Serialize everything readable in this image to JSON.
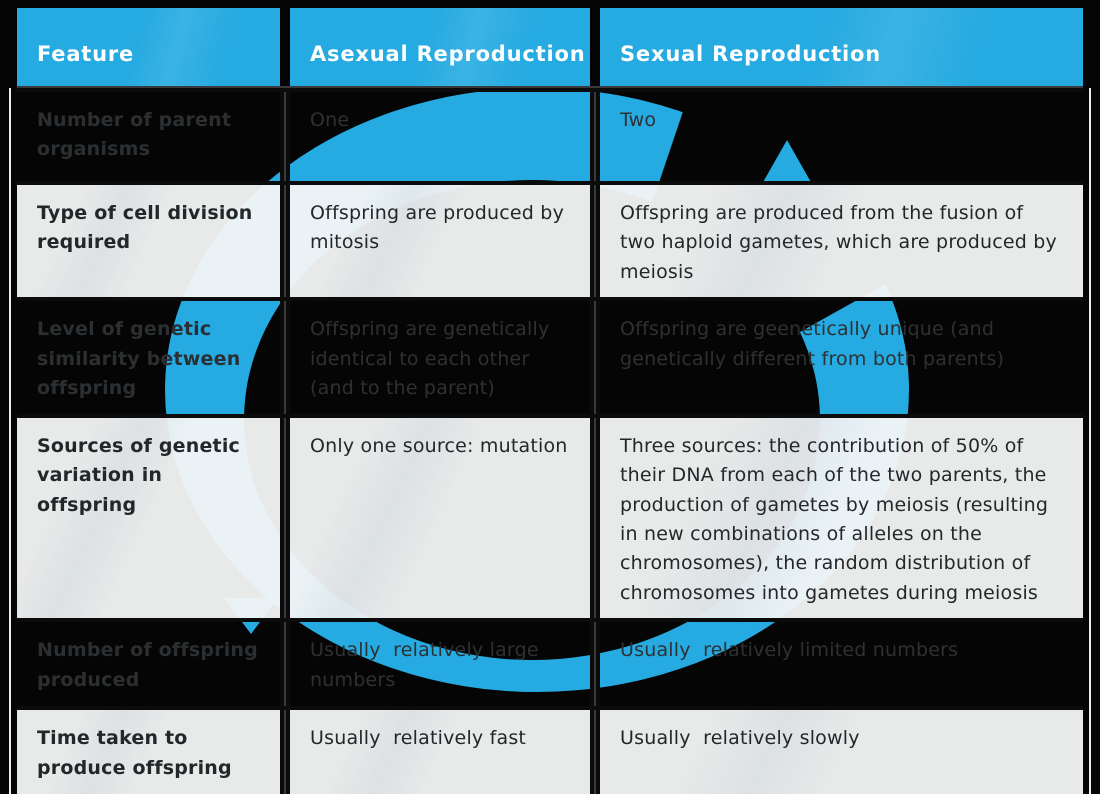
{
  "colors": {
    "accent_blue": "#25aae1",
    "dark_row_bg": "#050505",
    "light_row_bg": "#f4f5f6",
    "header_text": "#fdfefe",
    "grid_line": "#0b0b0b",
    "hairline": "#ececec"
  },
  "watermark": {
    "name": "brand-circular-swoosh-logo",
    "color": "#25aae1"
  },
  "table": {
    "headers": [
      "Feature",
      "Asexual Reproduction",
      "Sexual Reproduction"
    ],
    "rows": [
      {
        "feature": "Number of parent organisms",
        "asexual": "One",
        "sexual": "Two"
      },
      {
        "feature": "Type of cell division required",
        "asexual": "Offspring are produced by mitosis",
        "sexual": "Offspring are produced from the fusion of two haploid gametes, which are produced by meiosis"
      },
      {
        "feature": "Level of genetic similarity between offspring",
        "asexual": "Offspring are genetically identical to each other (and to the parent)",
        "sexual": "Offspring are geenetically unique (and genetically different from both parents)"
      },
      {
        "feature": "Sources of genetic variation in offspring",
        "asexual": "Only one source: mutation",
        "sexual": "Three sources: the contribution of 50% of their DNA from each of the two parents, the production of gametes by meiosis (resulting in new combinations of alleles on the chromosomes), the random distribution of chromosomes into gametes during meiosis"
      },
      {
        "feature": "Number of offspring produced",
        "asexual": "Usually  relatively large numbers",
        "sexual": "Usually  relatively limited numbers"
      },
      {
        "feature": "Time taken to produce offspring",
        "asexual": "Usually  relatively fast",
        "sexual": "Usually  relatively slowly"
      }
    ]
  }
}
